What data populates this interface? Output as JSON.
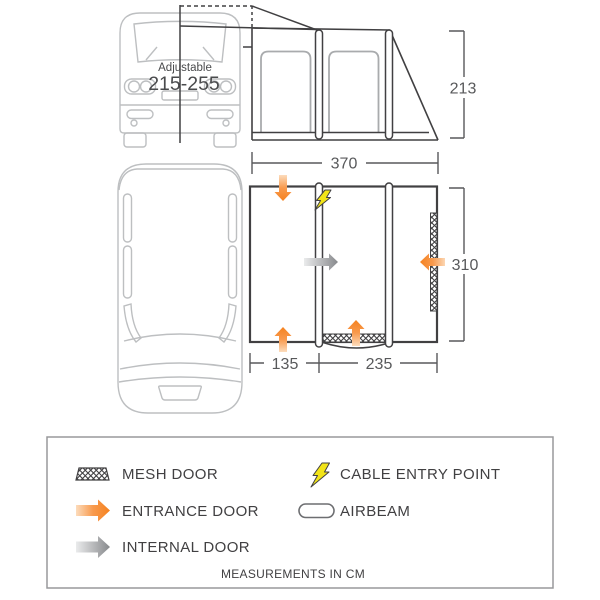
{
  "diagram": {
    "van_rear": {
      "adjustable_label": "Adjustable",
      "adjustable_range": "215-255"
    },
    "dimensions": {
      "awning_height_cm": "213",
      "awning_width_cm": "370",
      "awning_depth_cm": "310",
      "front_left_section_cm": "135",
      "front_right_section_cm": "235"
    },
    "legend": {
      "items": [
        {
          "id": "mesh-door",
          "label": "MESH DOOR"
        },
        {
          "id": "cable-entry-point",
          "label": "CABLE ENTRY POINT"
        },
        {
          "id": "entrance-door",
          "label": "ENTRANCE DOOR"
        },
        {
          "id": "airbeam",
          "label": "AIRBEAM"
        },
        {
          "id": "internal-door",
          "label": "INTERNAL DOOR"
        }
      ],
      "note": "MEASUREMENTS IN CM"
    },
    "colors": {
      "outline_dark": "#414042",
      "outline_light": "#bdbfc1",
      "dimension_gray": "#58595b",
      "entrance_orange": "#f5821f",
      "internal_gray": "#87898c",
      "cable_yellow": "#f2e418"
    }
  }
}
